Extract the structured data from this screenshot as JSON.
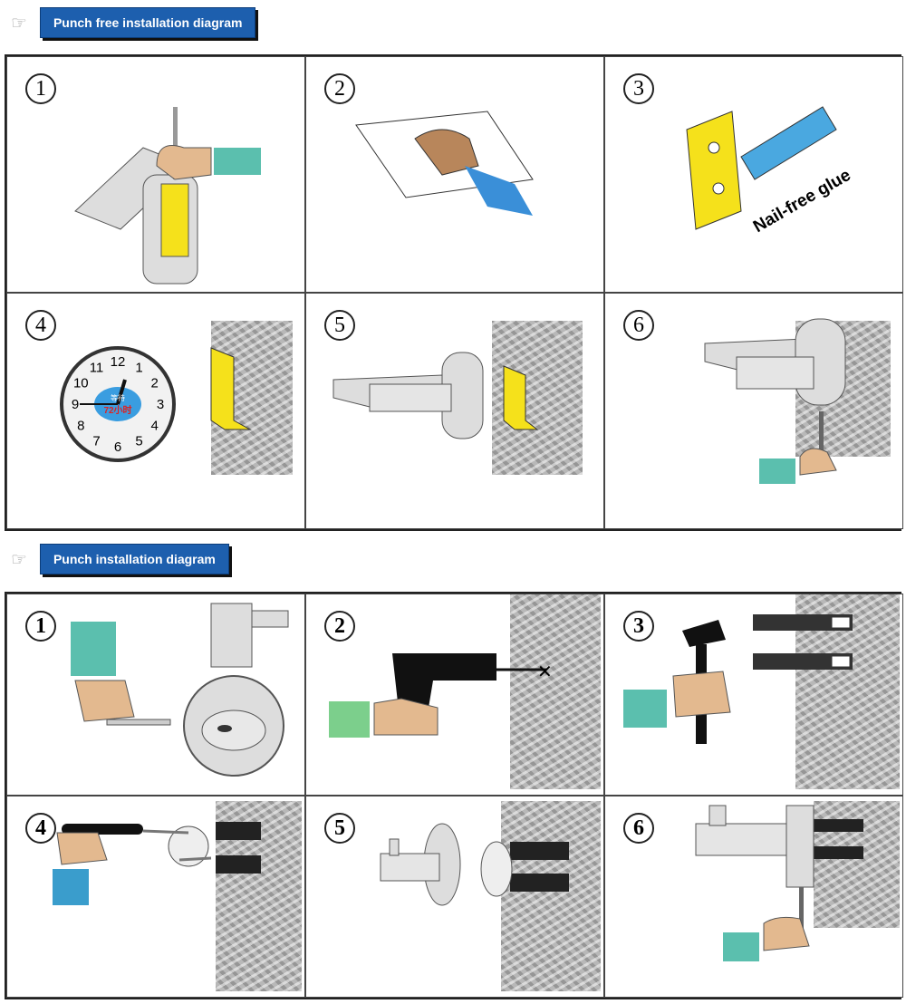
{
  "sections": [
    {
      "title": "Punch free installation diagram",
      "steps": [
        "1",
        "2",
        "3",
        "4",
        "5",
        "6"
      ]
    },
    {
      "title": "Punch installation diagram",
      "steps": [
        "1",
        "2",
        "3",
        "4",
        "5",
        "6"
      ]
    }
  ],
  "labels": {
    "glue": "Nail-free glue",
    "clock_top": "等待",
    "clock_bottom": "72小时"
  },
  "clock_numbers": [
    "12",
    "1",
    "2",
    "3",
    "4",
    "5",
    "6",
    "7",
    "8",
    "9",
    "10",
    "11"
  ],
  "colors": {
    "banner": "#1d5fae",
    "bracket": "#f5e11b",
    "sleeve": "#5bbfae",
    "glue_tube": "#4aa8e0"
  }
}
